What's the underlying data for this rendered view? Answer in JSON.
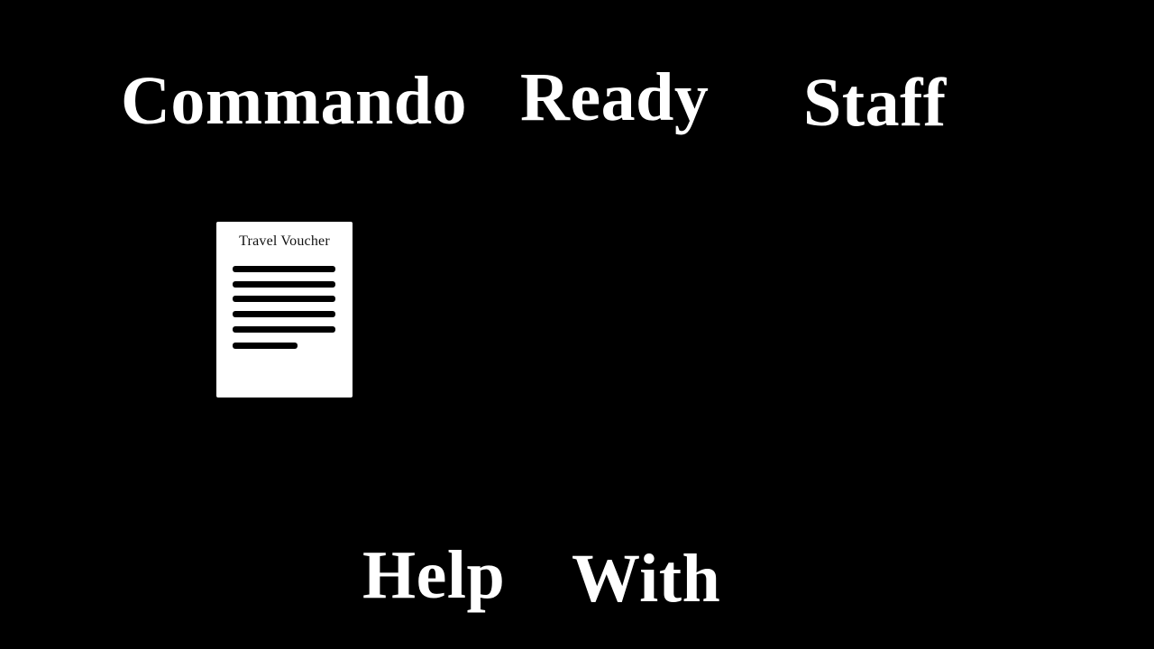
{
  "words": {
    "commando": "Commando",
    "ready": "Ready",
    "staff": "Staff",
    "help": "Help",
    "with": "With"
  },
  "document_icon": {
    "title": "Travel Voucher"
  },
  "colors": {
    "background": "#000000",
    "text": "#ffffff",
    "document": "#ffffff",
    "document_lines": "#000000"
  }
}
